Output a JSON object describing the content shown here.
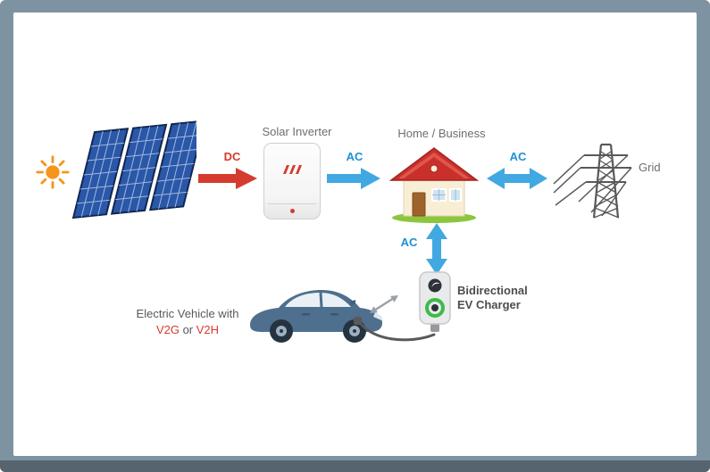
{
  "diagram": {
    "nodes": {
      "sun": {
        "icon": "sun-icon"
      },
      "solar_panels": {
        "icon": "solar-panel-icon"
      },
      "solar_inverter": {
        "label": "Solar Inverter",
        "icon": "solar-inverter-icon"
      },
      "home": {
        "label": "Home / Business",
        "icon": "house-icon"
      },
      "grid": {
        "label": "Grid",
        "icon": "transmission-tower-icon"
      },
      "ev_charger": {
        "label_line1": "Bidirectional",
        "label_line2": "EV Charger",
        "icon": "ev-charger-icon"
      },
      "ev": {
        "label": "Electric Vehicle with",
        "v2g": "V2G",
        "or_word": "or",
        "v2h": "V2H",
        "icon": "electric-car-icon"
      }
    },
    "flows": {
      "dc": {
        "label": "DC",
        "direction": "right"
      },
      "ac_inverter_to_home": {
        "label": "AC",
        "direction": "right"
      },
      "ac_home_grid": {
        "label": "AC",
        "direction": "both"
      },
      "ac_home_charger": {
        "label": "AC",
        "direction": "both"
      }
    },
    "colors": {
      "dc_red": "#d63b2f",
      "ac_blue": "#41a8e1",
      "ac_text": "#1e8fd5",
      "frame": "#7e93a2",
      "text_gray": "#6d6e71",
      "charger_green": "#3dbb4a"
    }
  }
}
